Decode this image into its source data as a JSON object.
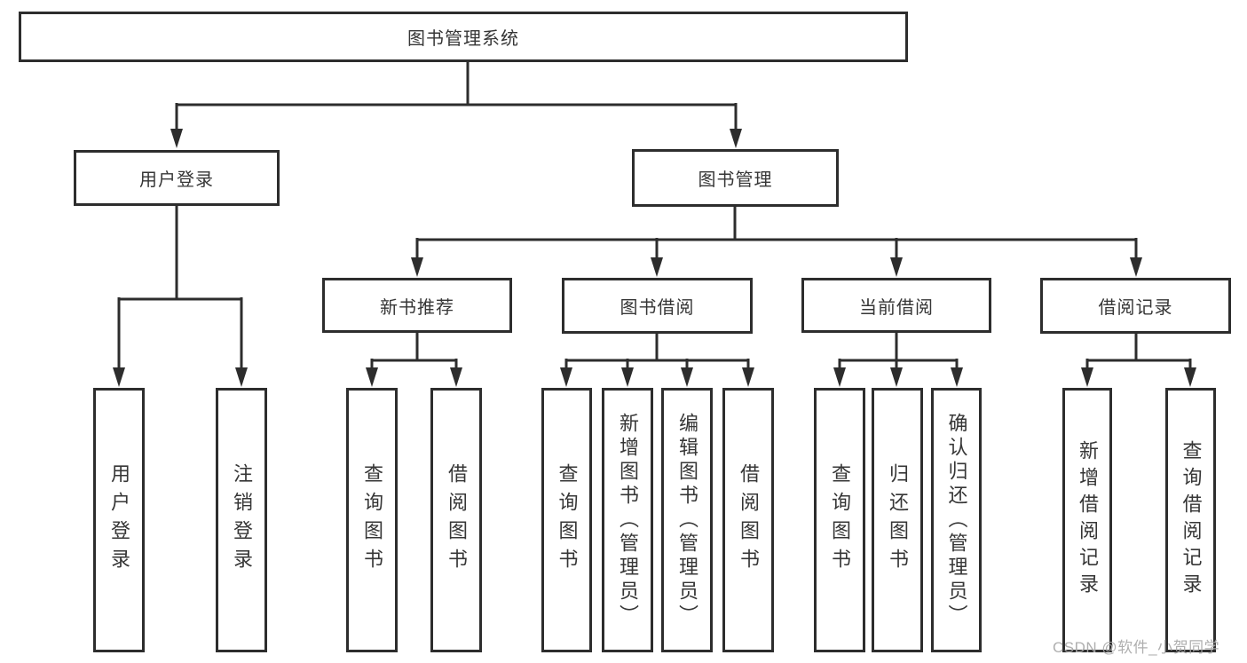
{
  "colors": {
    "line": "#2d2d2d",
    "box_border": "#2d2d2d",
    "text": "#363636",
    "watermark": "#a8a8a8",
    "background": "#ffffff"
  },
  "tree": {
    "root": {
      "label": "图书管理系统"
    },
    "user_login": {
      "label": "用户登录",
      "leaves": [
        "用户登录",
        "注销登录"
      ]
    },
    "book_mgmt": {
      "label": "图书管理"
    },
    "new_book_rec": {
      "label": "新书推荐",
      "leaves": [
        "查询图书",
        "借阅图书"
      ]
    },
    "book_borrow": {
      "label": "图书借阅",
      "leaves": [
        "查询图书",
        "新增图书（管理员）",
        "编辑图书（管理员）",
        "借阅图书"
      ]
    },
    "current_borrow": {
      "label": "当前借阅",
      "leaves": [
        "查询图书",
        "归还图书",
        "确认归还（管理员）"
      ]
    },
    "borrow_record": {
      "label": "借阅记录",
      "leaves": [
        "新增借阅记录",
        "查询借阅记录"
      ]
    }
  },
  "watermark": {
    "text": "CSDN @软件_小贺同学"
  }
}
